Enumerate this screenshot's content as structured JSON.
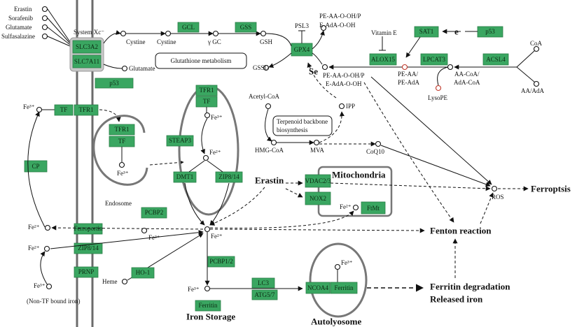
{
  "colors": {
    "gene_box": "#3aa661",
    "membrane": "#6b6b6b",
    "label_box_bg": "#ffffff"
  },
  "inhibitors": [
    "Erastin",
    "Sorafenib",
    "Glutamate",
    "Sulfasalazine"
  ],
  "system_xc": {
    "label": "System Xc⁻",
    "genes": [
      "SLC3A2",
      "SLC7A11"
    ]
  },
  "genes": {
    "gcl": "GCL",
    "gss": "GSS",
    "gpx4": "GPX4",
    "sat1": "SAT1",
    "p53_top": "p53",
    "alox15": "ALOX15",
    "lpcat3": "LPCAT3",
    "acsl4": "ACSL4",
    "p53_left": "p53",
    "tf": "TF",
    "tfr1": "TFR1",
    "tfr1_endo": "TFR1",
    "tf_endo": "TF",
    "tfr1_right": "TFR1",
    "tf_right": "TF",
    "steap3": "STEAP3",
    "dmt1": "DMT1",
    "zip814_right": "ZIP8/14",
    "cp": "CP",
    "pcbp2": "PCBP2",
    "ferroportin": "Ferroportin",
    "zip814_left": "ZIP8/14",
    "prnp": "PRNP",
    "ho1": "HO-1",
    "pcbp12": "PCBP1/2",
    "ferritin": "Ferritin",
    "lc3": "LC3",
    "atg57": "ATG5/7",
    "ncoa4": "NCOA4",
    "ferritin_auto": "Ferritin",
    "vdac23": "VDAC2/3",
    "nox2": "NOX2",
    "ftmt": "FtMt"
  },
  "labels": {
    "cystine_out": "Cystine",
    "glutamate_out": "Glutamate",
    "cystine_in": "Cystine",
    "gamma_gc": "γ GC",
    "gsh": "GSH",
    "gssg": "GSSG",
    "psl3": "PSL3",
    "pe_aa_ooh_top": "PE-AA-O-OH/P",
    "pe_aa_ooh_top2": "E-AdA-O-OH",
    "vitamin_e": "Vitamin E",
    "e": "e",
    "se": "Se",
    "pe_aa_ooh_mid": "PE-AA-O-OH/P",
    "pe_aa_ooh_mid2": "E-AdA-O-OH",
    "pe_aa": "PE-AA/",
    "pe_ada": "PE-AdA",
    "lysope": "LysoPE",
    "aa_coa": "AA-CoA/",
    "ada_coa": "AdA-CoA",
    "coa": "CoA",
    "aa_ada": "AA/AdA",
    "acetyl_coa": "Acetyl-CoA",
    "ipp": "IPP",
    "hmg_coa": "HMG-CoA",
    "mva": "MVA",
    "coq10": "CoQ10",
    "fe3_tf": "Fe³⁺",
    "fe3_endo": "Fe³⁺",
    "fe3_right": "Fe³⁺",
    "fe2_right": "Fe²⁺",
    "endosome": "Endosome",
    "erastin_mid": "Erastin",
    "mitochondria": "Mitochondria",
    "fe2_mito": "Fe²⁺",
    "ros": "ROS",
    "ferroptosis": "Ferroptsis",
    "fe2_ferro": "Fe²⁺",
    "fe2_pool": "Fe²⁺",
    "fe2_zip": "Fe²⁺",
    "fe3_nontf": "Fe³⁺",
    "nontf": "(Non-TF bound iron)",
    "heme": "Heme",
    "fe3_pcbp": "Fe³⁺",
    "fenton": "Fenton reaction",
    "iron_storage": "Iron Storage",
    "fe3_auto": "Fe³⁺",
    "autolysome": "Autolyosome",
    "ferritin_deg": "Ferritin degradation",
    "released_iron": "Released iron",
    "fe2_pcbp2": "Fe²⁺"
  },
  "boxes": {
    "glutathione": "Glutathione metabolism",
    "terpenoid1": "Terpenoid backbone",
    "terpenoid2": "biosynthesis"
  }
}
